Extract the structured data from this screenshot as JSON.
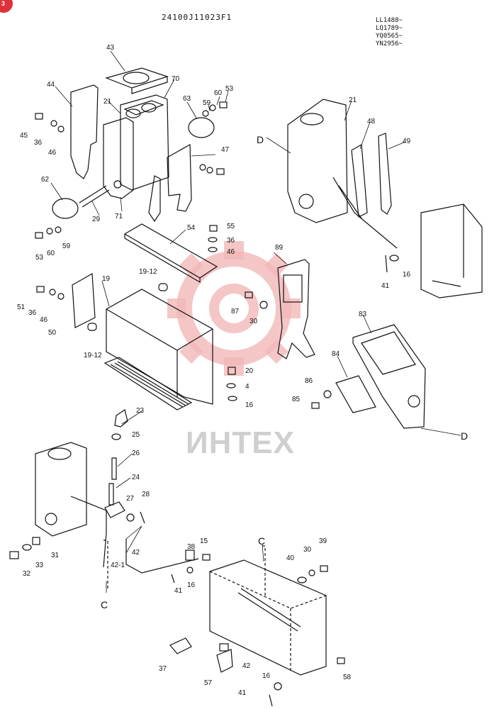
{
  "document_code": "24100J11023F1",
  "serials": [
    "LL1488~",
    "LQ1789~",
    "YQ0565~",
    "YN2956~"
  ],
  "watermark": "ИНТЕХ",
  "corner_badge": "3",
  "colors": {
    "ink": "#111111",
    "watermark_gear": "#f2b8b8",
    "watermark_text": "#cfcfcf",
    "badge": "#e0303a"
  },
  "callouts": [
    "43",
    "44",
    "70",
    "21",
    "63",
    "60",
    "53",
    "59",
    "45",
    "36",
    "46",
    "47",
    "62",
    "29",
    "71",
    "53",
    "60",
    "59",
    "54",
    "55",
    "36",
    "46",
    "19-12",
    "19",
    "51",
    "36",
    "46",
    "50",
    "19-12",
    "87",
    "30",
    "89",
    "20",
    "4",
    "16",
    "21",
    "48",
    "49",
    "16",
    "41",
    "83",
    "84",
    "86",
    "85",
    "23",
    "25",
    "26",
    "24",
    "27",
    "28",
    "31",
    "32",
    "33",
    "42",
    "42-1",
    "15",
    "38",
    "41",
    "16",
    "40",
    "30",
    "39",
    "37",
    "57",
    "42",
    "16",
    "41",
    "58"
  ],
  "reference_letters": [
    "D",
    "D",
    "C",
    "C"
  ]
}
